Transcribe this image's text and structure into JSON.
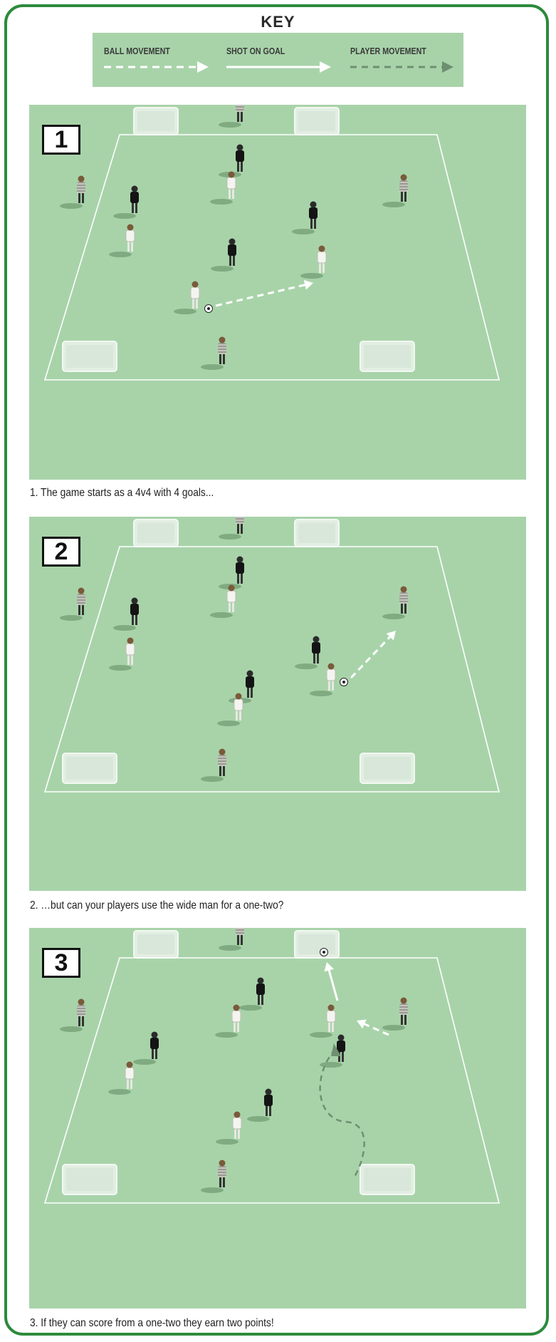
{
  "key": {
    "title": "KEY",
    "items": [
      {
        "label": "BALL MOVEMENT",
        "style": "dashed-white"
      },
      {
        "label": "SHOT ON GOAL",
        "style": "solid-white"
      },
      {
        "label": "PLAYER MOVEMENT",
        "style": "dashed-dark"
      }
    ]
  },
  "colors": {
    "frame": "#2c8a3c",
    "pitch": "#a8d3a9",
    "team_black": "#141414",
    "team_white": "#f4f4f0",
    "wide_players": "#9a9a94"
  },
  "panels": [
    {
      "number": "1",
      "caption": "1. The game starts as a 4v4 with 4 goals..."
    },
    {
      "number": "2",
      "caption": "2. …but can your players use the wide man for a one-two?"
    },
    {
      "number": "3",
      "caption": "3. If they can score from a one-two they earn two points!"
    }
  ]
}
